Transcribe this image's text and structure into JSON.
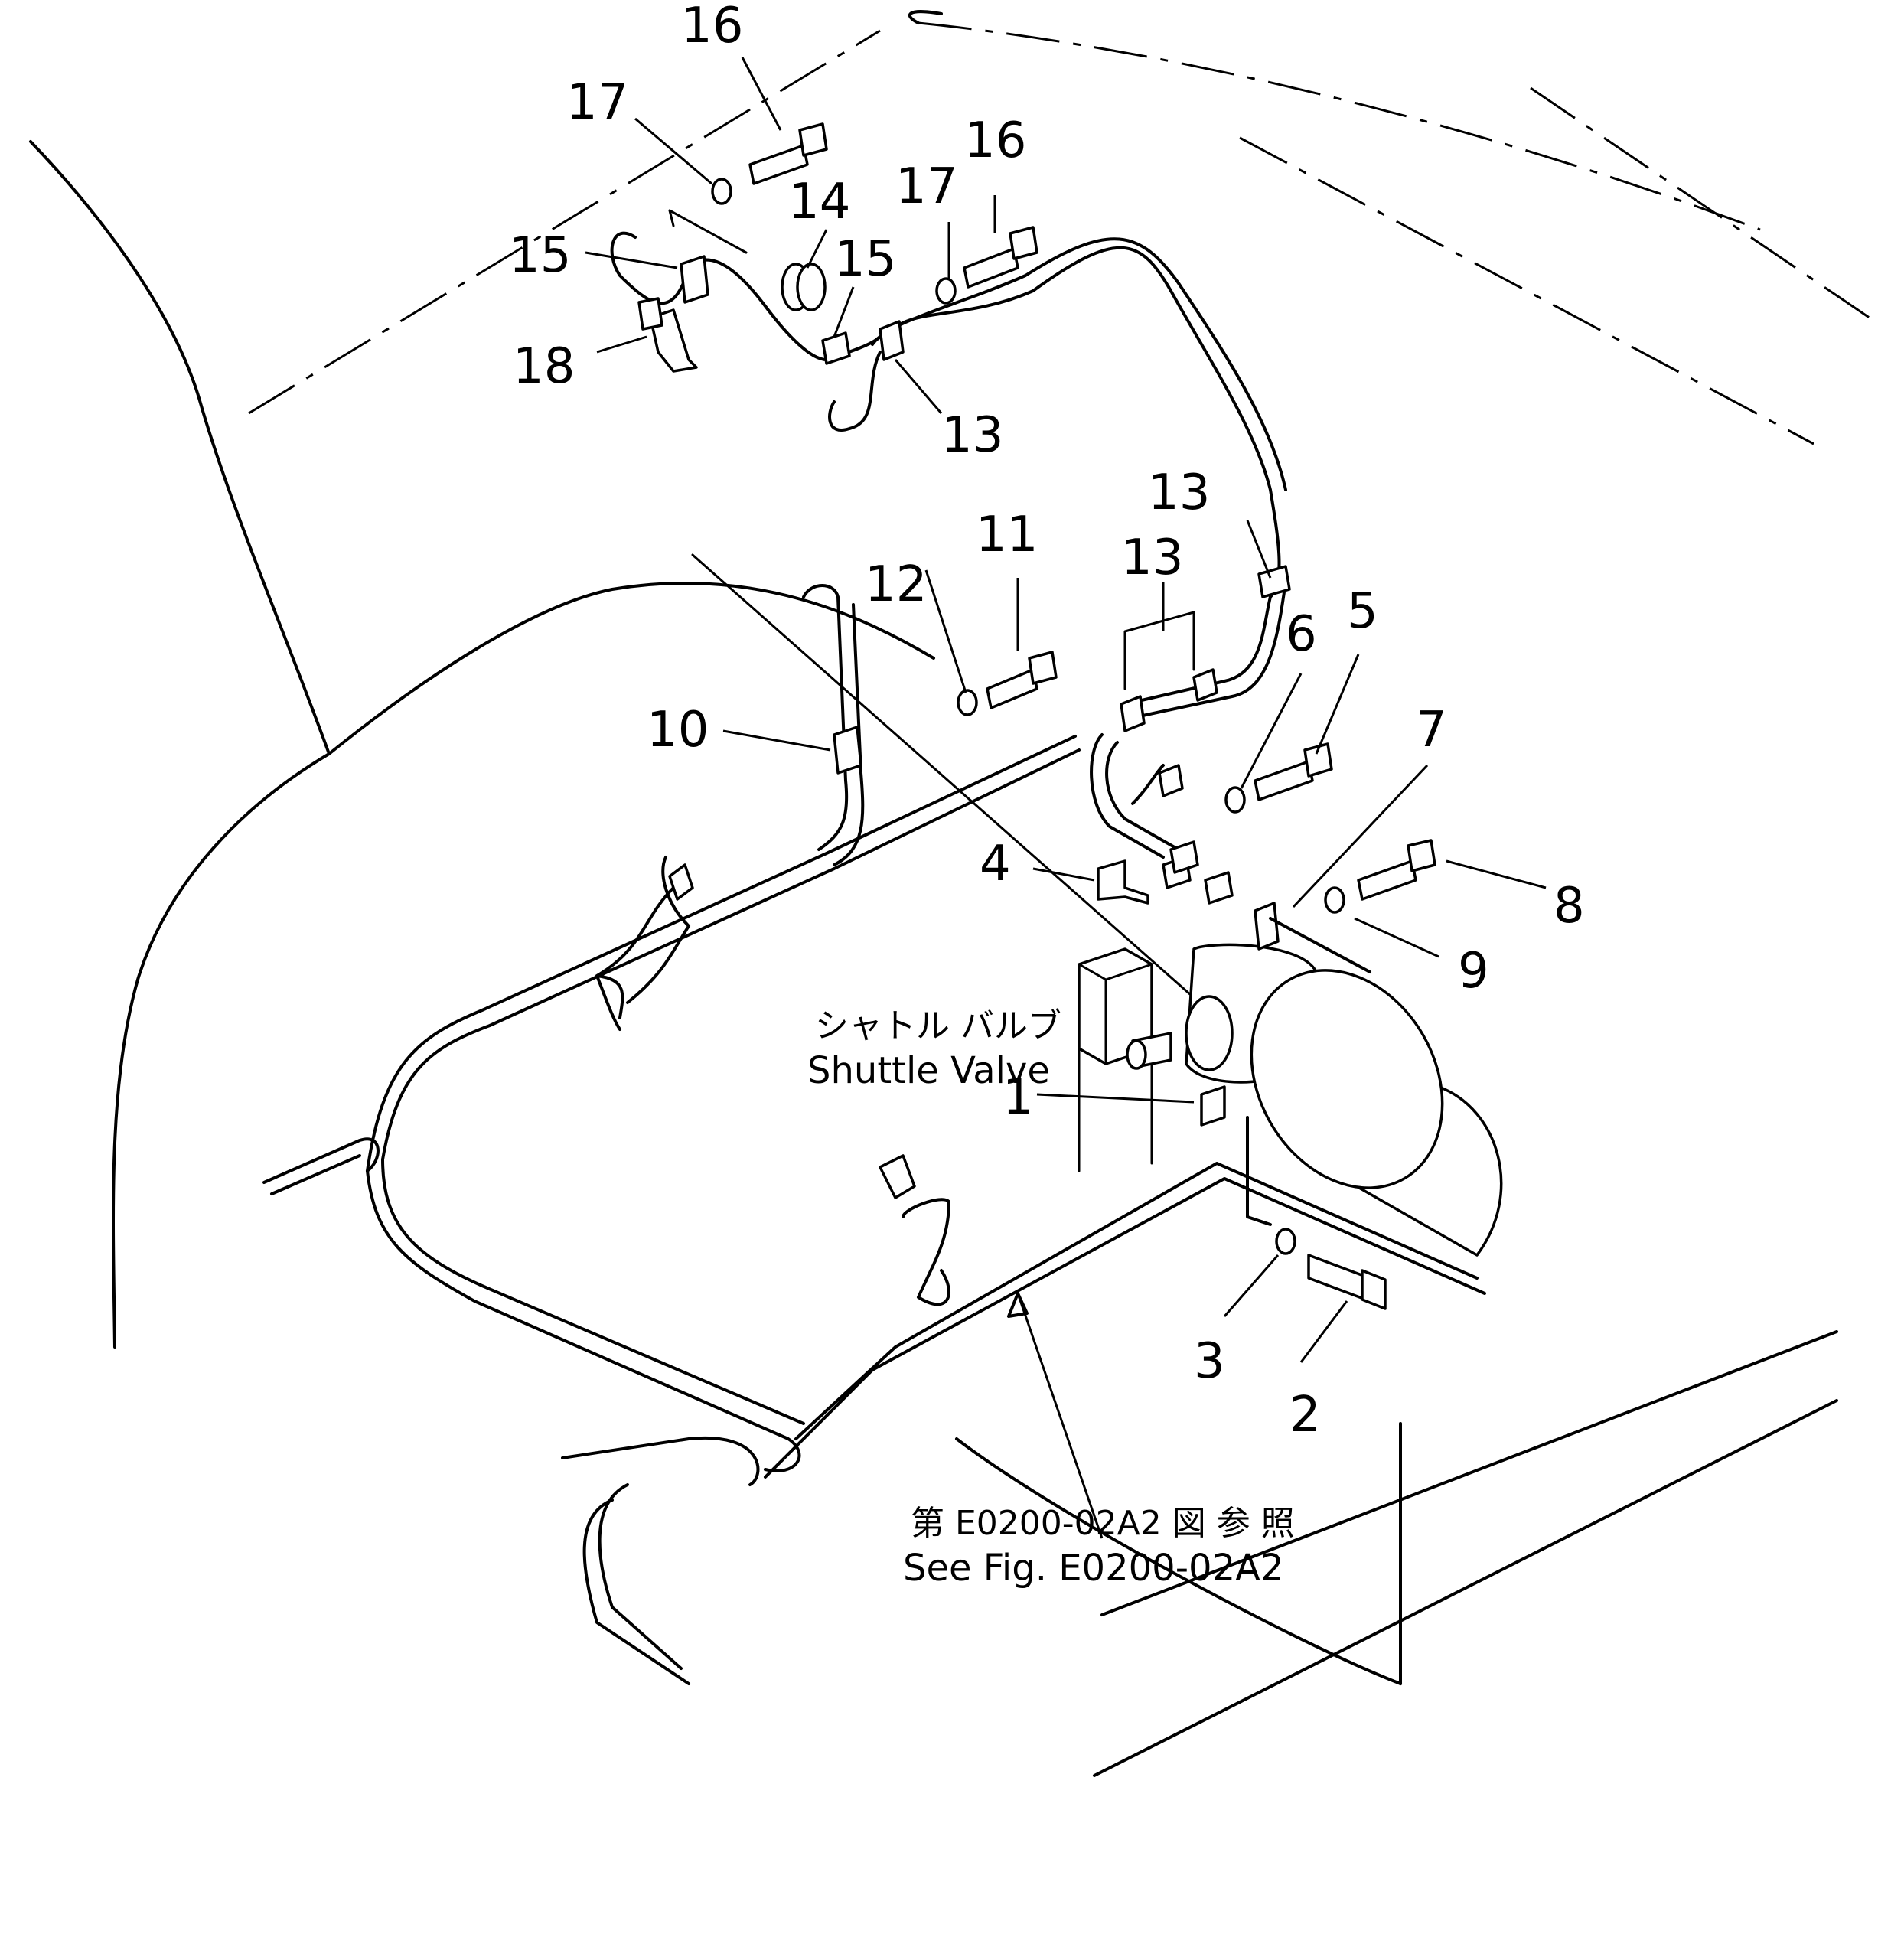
{
  "callouts": {
    "c1": "1",
    "c2": "2",
    "c3": "3",
    "c4": "4",
    "c5": "5",
    "c6": "6",
    "c7": "7",
    "c8": "8",
    "c9": "9",
    "c10": "10",
    "c11": "11",
    "c12": "12",
    "c13a": "13",
    "c13b": "13",
    "c13c": "13",
    "c14": "14",
    "c15a": "15",
    "c15b": "15",
    "c16a": "16",
    "c16b": "16",
    "c17a": "17",
    "c17b": "17",
    "c18": "18"
  },
  "shuttle_valve": {
    "label_jp": "シャトル バルブ",
    "label_en": "Shuttle Valve"
  },
  "reference": {
    "jp": "第 E0200-02A2 図 参 照",
    "en": "See Fig. E0200-02A2"
  }
}
